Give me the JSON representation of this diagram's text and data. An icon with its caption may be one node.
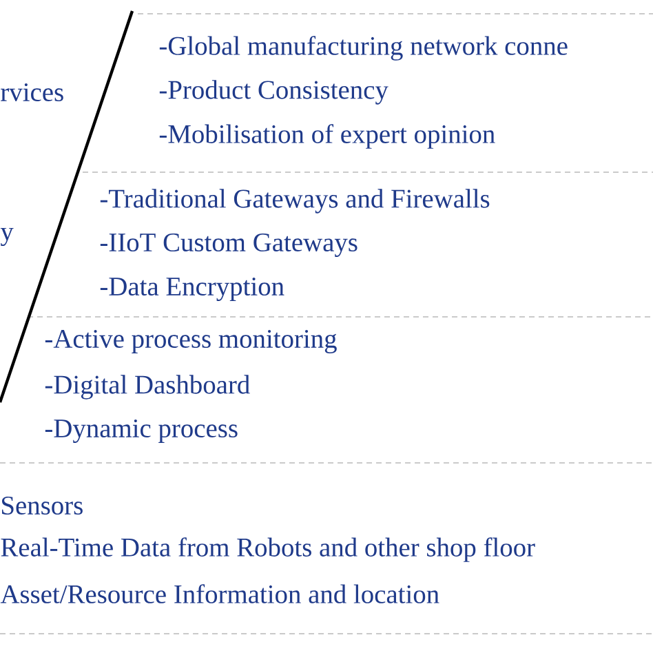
{
  "diagram": {
    "labels": [
      "-Global manufacturing network conne",
      "rvices",
      "-Product Consistency",
      "-Mobilisation of expert opinion",
      "-Traditional Gateways and Firewalls",
      "y",
      "-IIoT Custom Gateways",
      "-Data Encryption",
      "-Active process monitoring",
      "-Digital Dashboard",
      "-Dynamic process",
      "Sensors",
      "Real-Time Data from Robots and other shop floor",
      "Asset/Resource Information and location"
    ]
  }
}
